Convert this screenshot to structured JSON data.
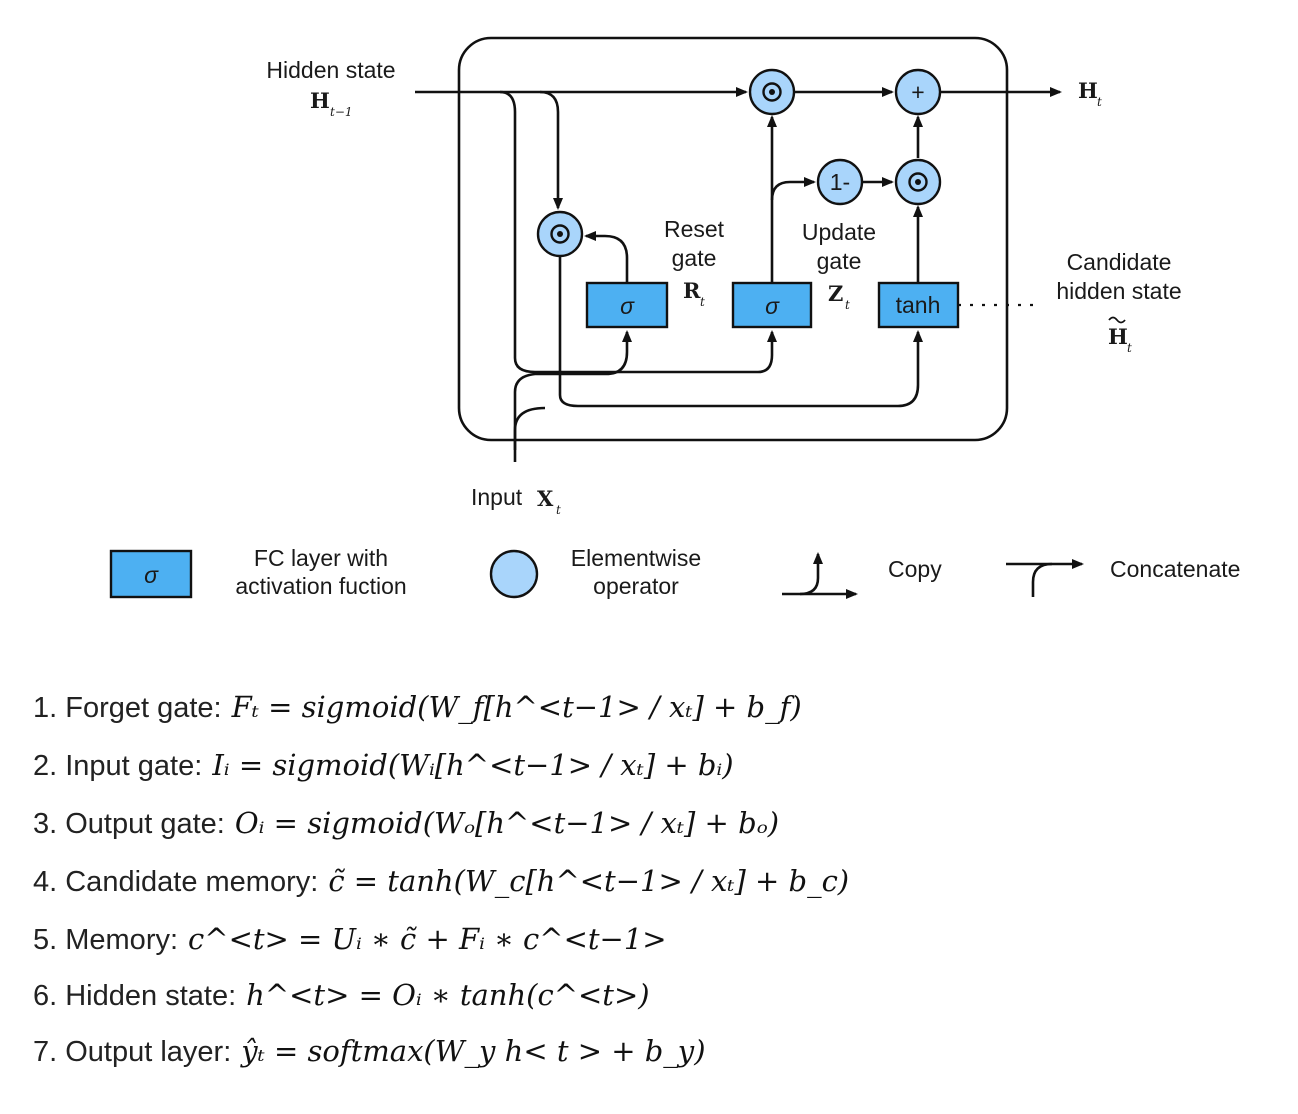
{
  "diagram": {
    "hidden_state_label": "Hidden state",
    "hidden_prev_symbol": "H",
    "hidden_prev_sub": "t−1",
    "output_symbol": "H",
    "output_sub": "t",
    "reset_gate_line1": "Reset",
    "reset_gate_line2": "gate",
    "reset_symbol": "R",
    "reset_sub": "t",
    "update_gate_line1": "Update",
    "update_gate_line2": "gate",
    "update_symbol": "Z",
    "update_sub": "t",
    "candidate_line1": "Candidate",
    "candidate_line2": "hidden state",
    "candidate_symbol": "H",
    "candidate_sub": "t",
    "sigma_label": "σ",
    "tanh_label": "tanh",
    "elementwise_mult": "⊙",
    "plus_label": "+",
    "one_minus_label": "1-",
    "input_label": "Input",
    "input_symbol": "X",
    "input_sub": "t"
  },
  "legend": {
    "fc_symbol": "σ",
    "fc_line1": "FC layer with",
    "fc_line2": "activation fuction",
    "elementwise_line1": "Elementwise",
    "elementwise_line2": "operator",
    "copy_label": "Copy",
    "concat_label": "Concatenate"
  },
  "equations": [
    {
      "label": "1. Forget gate:",
      "formula": "Fₜ = sigmoid(W_f[h^<t−1> / xₜ] + b_f)"
    },
    {
      "label": "2. Input gate:",
      "formula": "Iᵢ = sigmoid(Wᵢ[h^<t−1> / xₜ] + bᵢ)"
    },
    {
      "label": "3. Output gate:",
      "formula": "Oᵢ = sigmoid(Wₒ[h^<t−1> / xₜ] + bₒ)"
    },
    {
      "label": "4. Candidate memory:",
      "formula": "c̃ = tanh(W_c[h^<t−1> / xₜ] + b_c)"
    },
    {
      "label": "5. Memory:",
      "formula": "c^<t> = Uᵢ ∗ c̃ + Fᵢ ∗ c^<t−1>"
    },
    {
      "label": "6. Hidden state:",
      "formula": "h^<t> = Oᵢ ∗ tanh(c^<t>)"
    },
    {
      "label": "7. Output layer:",
      "formula": "ŷₜ = softmax(W_y h< t > + b_y)"
    }
  ]
}
